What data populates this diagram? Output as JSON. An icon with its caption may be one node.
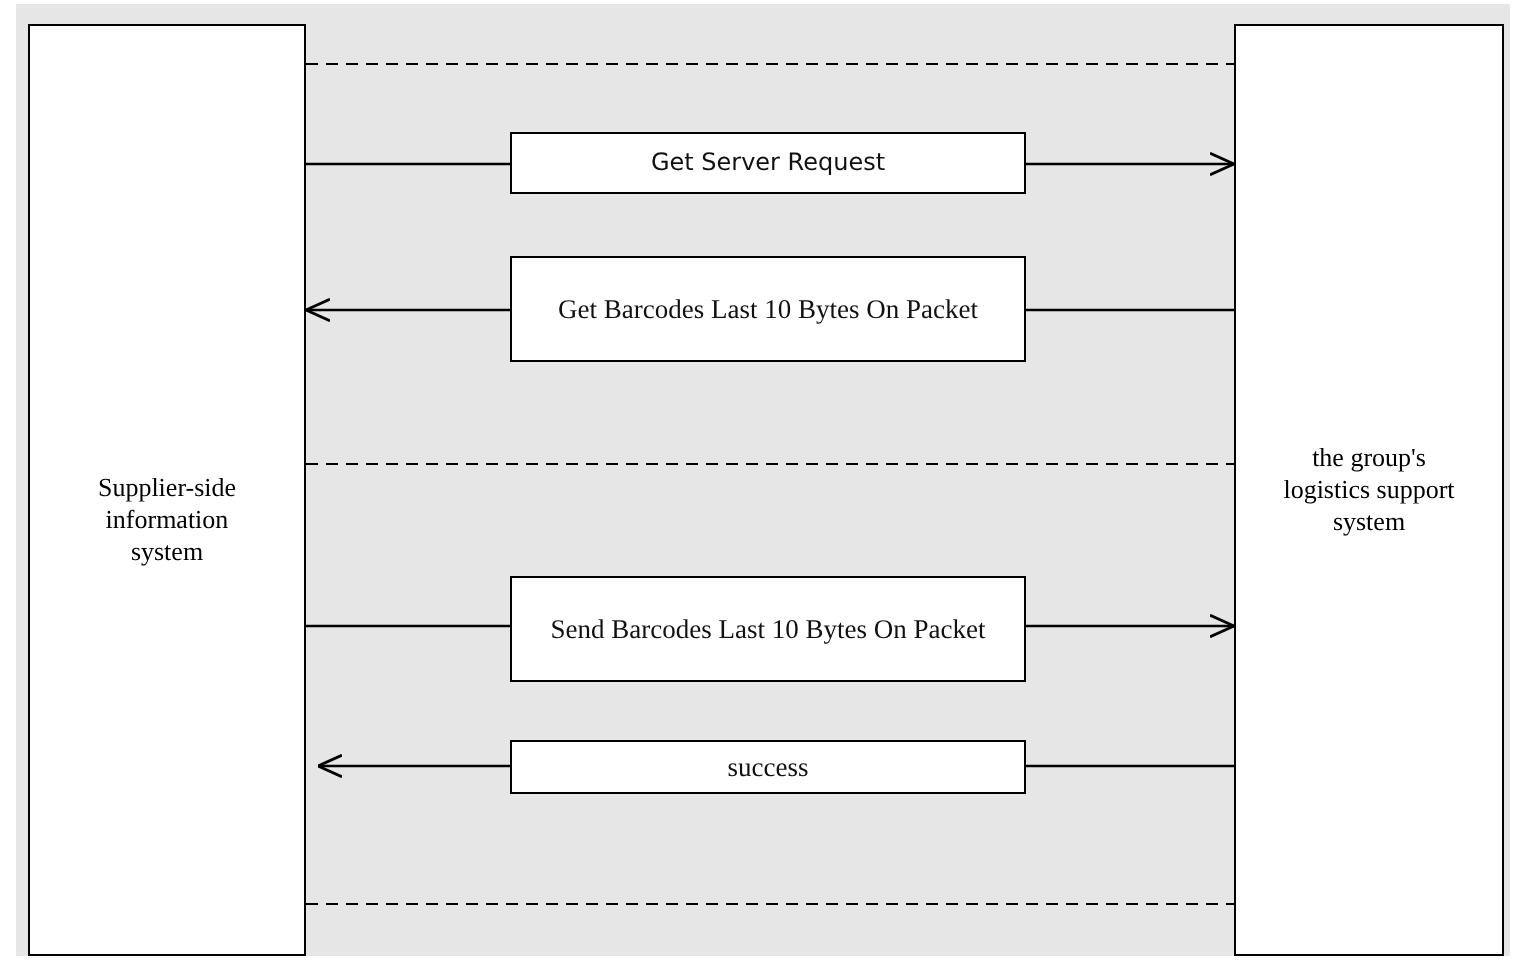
{
  "diagram": {
    "nodes": [
      {
        "text": [
          "Supplier-side information system"
        ]
      },
      {
        "text": [
          "the group's logistics support system"
        ]
      }
    ],
    "edges": [
      {
        "from": 0,
        "to": 1,
        "arrow": "none",
        "style": "dashed"
      },
      {
        "from": 0,
        "to": 1,
        "arrow": "to",
        "label": "Get Server Request"
      },
      {
        "from": 1,
        "to": 0,
        "arrow": "to",
        "label": "Get Barcodes Last 10 Bytes On Packet"
      },
      {
        "from": 0,
        "to": 1,
        "arrow": "none",
        "style": "dashed"
      },
      {
        "from": 0,
        "to": 1,
        "arrow": "to",
        "label": "Send Barcodes Last 10 Bytes On Packet"
      },
      {
        "from": 1,
        "to": 0,
        "arrow": "to",
        "label": "success"
      },
      {
        "from": 0,
        "to": 1,
        "arrow": "none",
        "style": "dashed"
      }
    ]
  }
}
